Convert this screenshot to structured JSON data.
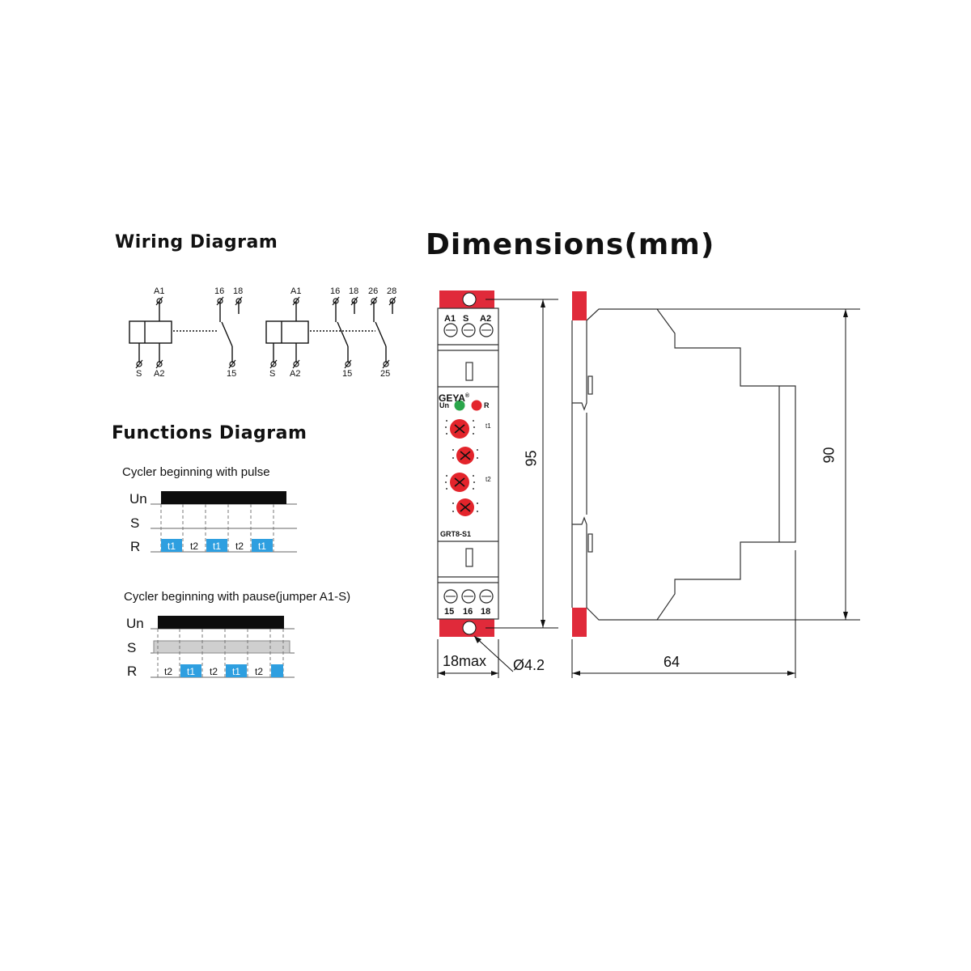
{
  "wiring": {
    "title": "Wiring Diagram",
    "left": {
      "a1": "A1",
      "s": "S",
      "a2": "A2",
      "c16": "16",
      "c18": "18",
      "c15": "15"
    },
    "right": {
      "a1": "A1",
      "s": "S",
      "a2": "A2",
      "c16": "16",
      "c18": "18",
      "c15": "15",
      "c26": "26",
      "c28": "28",
      "c25": "25"
    }
  },
  "functions": {
    "title": "Functions Diagram",
    "pulse": {
      "caption": "Cycler beginning with pulse",
      "un": "Un",
      "s": "S",
      "r": "R",
      "segments": [
        "t1",
        "t2",
        "t1",
        "t2",
        "t1"
      ]
    },
    "pause": {
      "caption": "Cycler beginning with pause(jumper A1-S)",
      "un": "Un",
      "s": "S",
      "r": "R",
      "segments": [
        "t2",
        "t1",
        "t2",
        "t1",
        "t2",
        ""
      ]
    }
  },
  "dimensions": {
    "title": "Dimensions(mm)",
    "height_front": "95",
    "height_side": "90",
    "width": "18max",
    "depth": "64",
    "hole": "Ø4.2"
  },
  "device": {
    "brand": "GEYA",
    "brand_mark": "®",
    "model": "GRT8-S1",
    "top_a1": "A1",
    "top_s": "S",
    "top_a2": "A2",
    "bot_15": "15",
    "bot_16": "16",
    "bot_18": "18",
    "led_un": "Un",
    "led_r": "R",
    "knob_t1": "t1",
    "knob_t2": "t2"
  },
  "colors": {
    "relay_on": "#2e9fe0",
    "din_red": "#e02a3a",
    "led_green": "#2aa64a",
    "led_red": "#e3242b",
    "bar_black": "#0d0d0d",
    "s_grey": "#cfcfcf"
  }
}
